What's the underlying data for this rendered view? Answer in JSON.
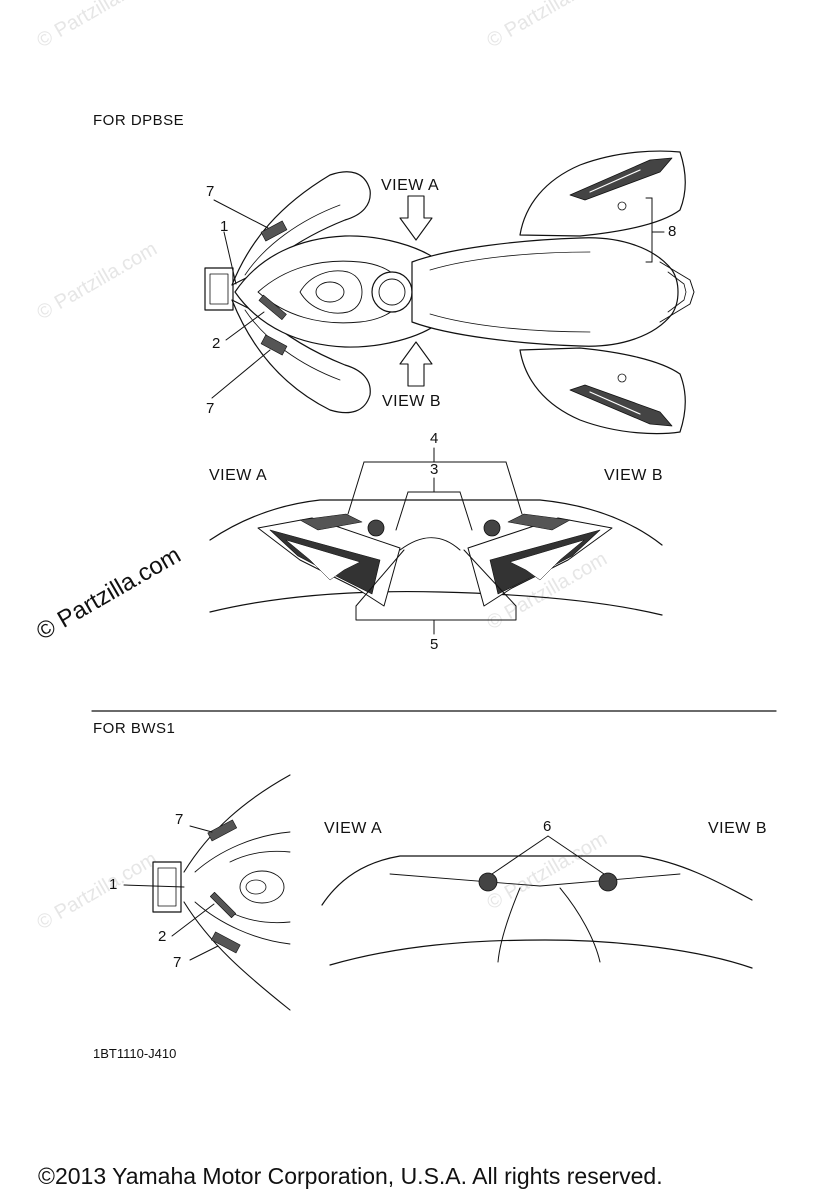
{
  "sections": {
    "top_title": "FOR  DPBSE",
    "bottom_title": "FOR BWS1"
  },
  "views": {
    "a": "VIEW A",
    "b": "VIEW B"
  },
  "callouts": {
    "c1": "1",
    "c2": "2",
    "c3": "3",
    "c4": "4",
    "c5": "5",
    "c6": "6",
    "c7": "7",
    "c8": "8"
  },
  "part_code": "1BT1110-J410",
  "copyright": "©2013  Yamaha Motor Corporation, U.S.A. All rights reserved.",
  "watermark": {
    "text": "© Partzilla.com"
  }
}
